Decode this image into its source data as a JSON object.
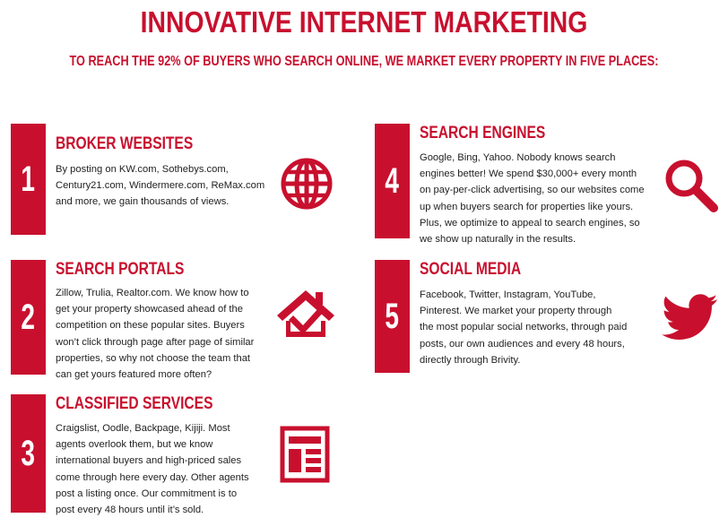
{
  "header": {
    "title": "INNOVATIVE INTERNET MARKETING",
    "subtitle": "TO REACH THE 92% OF BUYERS WHO SEARCH ONLINE, WE MARKET EVERY PROPERTY IN FIVE PLACES:"
  },
  "colors": {
    "accent": "#c8102e",
    "text": "#222222",
    "background": "#ffffff"
  },
  "sections": [
    {
      "number": "1",
      "heading": "BROKER WEBSITES",
      "icon": "globe-icon",
      "lines": [
        "By posting on KW.com, Sothebys.com,",
        "Century21.com, Windermere.com, ReMax.com",
        "and more, we gain thousands of views."
      ]
    },
    {
      "number": "2",
      "heading": "SEARCH PORTALS",
      "icon": "house-check-icon",
      "lines": [
        "Zillow, Trulia, Realtor.com. We know how to",
        "get your property showcased ahead of the",
        "competition on these popular sites. Buyers",
        "won’t click through page after page of similar",
        "properties, so why not choose the team that",
        "can get yours featured more often?"
      ]
    },
    {
      "number": "3",
      "heading": "CLASSIFIED SERVICES",
      "icon": "classified-layout-icon",
      "lines": [
        "Craigslist, Oodle, Backpage, Kijiji. Most",
        "agents overlook them, but we know",
        "international buyers and high-priced sales",
        "come through here every day. Other agents",
        "post a listing once. Our commitment is to",
        "post every 48 hours until it’s sold."
      ]
    },
    {
      "number": "4",
      "heading": "SEARCH ENGINES",
      "icon": "magnifier-icon",
      "lines": [
        "Google, Bing, Yahoo. Nobody knows search",
        "engines better! We spend $30,000+ every month",
        "on pay-per-click advertising, so our websites come",
        "up when buyers search for properties like yours.",
        "Plus, we optimize to appeal to search engines, so",
        "we show up naturally in the results."
      ]
    },
    {
      "number": "5",
      "heading": "SOCIAL MEDIA",
      "icon": "bird-icon",
      "lines": [
        "Facebook, Twitter, Instagram, YouTube,",
        "Pinterest. We market your property through",
        "the most popular social networks, through paid",
        "posts, our own audiences and every 48 hours,",
        "directly through Brivity."
      ]
    }
  ]
}
